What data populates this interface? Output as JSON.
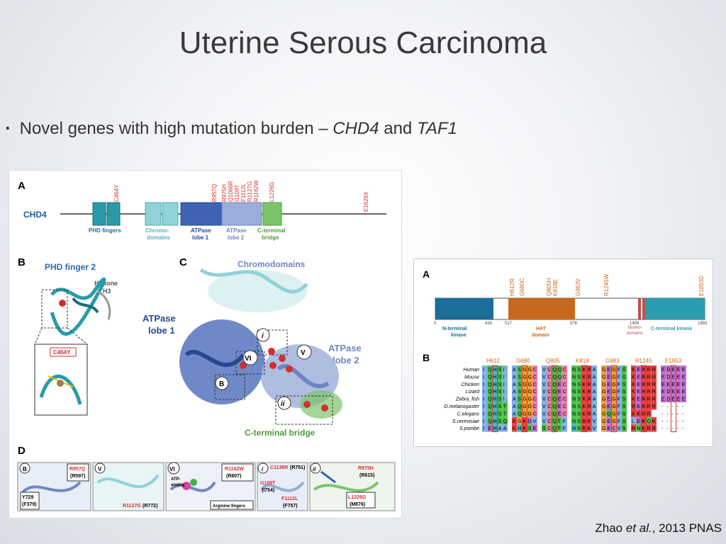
{
  "slide": {
    "title": "Uterine Serous Carcinoma",
    "bullet_pre": "Novel genes with high mutation burden – ",
    "gene1": "CHD4",
    "bullet_mid": " and ",
    "gene2": "TAF1",
    "citation_pre": "Zhao ",
    "citation_italic": "et al.",
    "citation_post": ", 2013 PNAS"
  },
  "figure_main": {
    "panel_a": "A",
    "panel_b": "B",
    "panel_c": "C",
    "panel_d": "D",
    "gene": "CHD4",
    "domains": [
      {
        "label1": "PHD fingers",
        "label2": ""
      },
      {
        "label1": "Chromo-",
        "label2": "domains"
      },
      {
        "label1": "ATPase",
        "label2": "lobe 1"
      },
      {
        "label1": "ATPase",
        "label2": "lobe 2"
      },
      {
        "label1": "C-terminal",
        "label2": "bridge"
      }
    ],
    "mutations": [
      "C464Y",
      "R957Q",
      "R975H",
      "Q1066R",
      "I1109T",
      "F1112L",
      "R1127G",
      "R1162W",
      "L1226G",
      "E1628X"
    ],
    "panel_b_title": "PHD finger 2",
    "histone1": "Histone",
    "histone2": "H3",
    "inset_mut": "C464Y",
    "chromodomains": "Chromodomains",
    "atpase1_a": "ATPase",
    "atpase1_b": "lobe 1",
    "atpase2_a": "ATPase",
    "atpase2_b": "lobe 2",
    "cterm_bridge": "C-terminal bridge",
    "roman": [
      "i",
      "V",
      "VI",
      "B",
      "ii"
    ],
    "d_panels": [
      {
        "badge": "B",
        "m1": "R957Q",
        "m1b": "(R597)",
        "m2": "Y729",
        "m2b": "(F379)"
      },
      {
        "badge": "V",
        "m1": "R1127G",
        "m1b": "(R772)"
      },
      {
        "badge": "VI",
        "m1": "R1162W",
        "m1b": "(R807)",
        "extra1": "ATP-",
        "extra2": "analog",
        "extra3": "Arginine fingers"
      },
      {
        "badge": "i",
        "m1": "C1136R",
        "m1b": "(R751)",
        "m2": "I1109T",
        "m2b": "(I754)",
        "m3": "F1112L",
        "m3b": "(F757)"
      },
      {
        "badge": "ii",
        "m1": "R975H",
        "m1b": "(R615)",
        "m2": "L1226G",
        "m2b": "(M876)"
      }
    ]
  },
  "figure_side": {
    "panel_a": "A",
    "panel_b": "B",
    "top_mutations": [
      "H612R",
      "G680C",
      "Q805H",
      "K818E",
      "G983V",
      "R1245W",
      "E1853D"
    ],
    "positions": [
      "0",
      "434",
      "517",
      "976",
      "1406",
      "1893"
    ],
    "domain_labels": [
      "N-terminal",
      "kinase",
      "HAT",
      "domain",
      "Bromo-",
      "domains",
      "C-terminal kinase"
    ],
    "col_headers": [
      "H612",
      "G680",
      "Q805",
      "K818",
      "G983",
      "R1245",
      "E1853"
    ],
    "species": [
      "Human",
      "Mouse",
      "Chicken",
      "Lizard",
      "Zebra_fish",
      "D.melanogaster",
      "C.elegans",
      "S.cerevisiae",
      "S.pombe"
    ],
    "alignment": [
      [
        "IQHSI",
        "ASGGC",
        "VCQQC",
        "NSKRA",
        "GEGFS",
        "KERRR",
        "EDEEE"
      ],
      [
        "IQHSI",
        "ASGGC",
        "VCQQC",
        "NSKRA",
        "GEGFS",
        "KERRR",
        "EDEEE"
      ],
      [
        "IQHSI",
        "ASGGC",
        "VCQEC",
        "NSKRA",
        "GEGFS",
        "KERRR",
        "EEEEE"
      ],
      [
        "IQHSI",
        "ASGGC",
        "VCQEC",
        "NSKRA",
        "GEGFS",
        "KERRR",
        "EDEEE"
      ],
      [
        "IQHSI",
        "ASGGC",
        "VCQEC",
        "NSKRA",
        "GEGFS",
        "KERRR",
        "EDEEE"
      ],
      [
        "IQHST",
        "AQGGC",
        "VCQEC",
        "NSKRA",
        "GEGFS",
        "RERRR",
        "-----"
      ],
      [
        "IQHST",
        "AQGGC",
        "VCQEC",
        "NSKRA",
        "GQGFS",
        "KKRR",
        "-----"
      ],
      [
        "IQHSQ",
        "KGKDV",
        "VCQTF",
        "NSRKV",
        "GEGFS",
        "LEKQK",
        "-----"
      ],
      [
        "IEHAA",
        "KHKSE",
        "SCQTF",
        "HSRKV",
        "GECVS",
        "RNKRR",
        "-----"
      ]
    ],
    "colors": {
      "teal": "#1b6e99",
      "orange": "#c8681c",
      "hat": "#c8681c",
      "cterm": "#2a9db0",
      "red": "#d32f2f"
    }
  }
}
